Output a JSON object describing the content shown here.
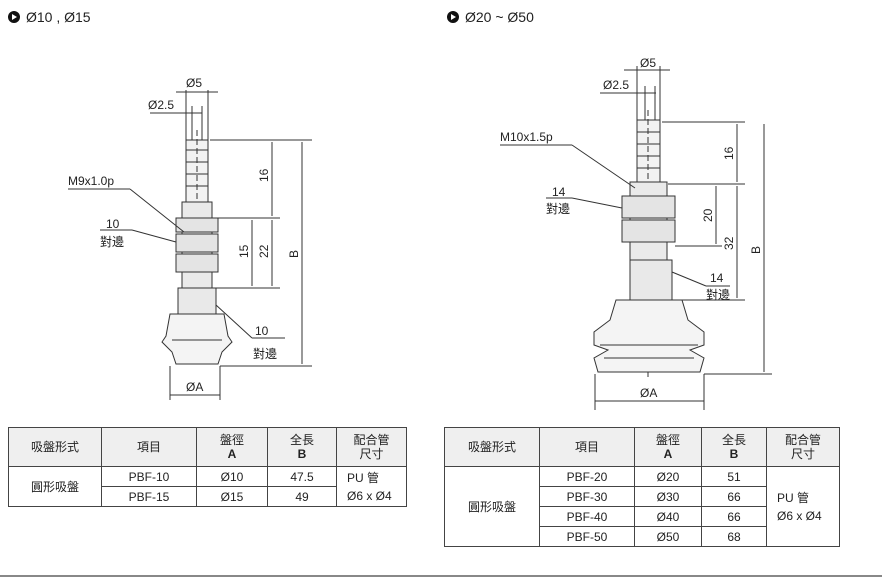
{
  "left": {
    "title": "Ø10 , Ø15",
    "labels": {
      "d5": "Ø5",
      "d25": "Ø2.5",
      "thread": "M9x1.0p",
      "hex1_a": "10",
      "hex1_b": "對邊",
      "dim16": "16",
      "dim15": "15",
      "dim22": "22",
      "dimB": "B",
      "hex2_a": "10",
      "hex2_b": "對邊",
      "dA": "ØA"
    },
    "table": {
      "headers": {
        "type": "吸盤形式",
        "item": "項目",
        "dia": "盤徑",
        "dia_sub": "A",
        "len": "全長",
        "len_sub": "B",
        "tube": "配合管",
        "tube_sub": "尺寸"
      },
      "type_value": "圓形吸盤",
      "tube_line1": "PU 管",
      "tube_line2": "Ø6 x Ø4",
      "rows": [
        {
          "item": "PBF-10",
          "dia": "Ø10",
          "len": "47.5"
        },
        {
          "item": "PBF-15",
          "dia": "Ø15",
          "len": "49"
        }
      ]
    }
  },
  "right": {
    "title": "Ø20 ~ Ø50",
    "labels": {
      "d5": "Ø5",
      "d25": "Ø2.5",
      "thread": "M10x1.5p",
      "hex1_a": "14",
      "hex1_b": "對邊",
      "dim16": "16",
      "dim20": "20",
      "dim32": "32",
      "dimB": "B",
      "hex2_a": "14",
      "hex2_b": "對邊",
      "dA": "ØA"
    },
    "table": {
      "headers": {
        "type": "吸盤形式",
        "item": "項目",
        "dia": "盤徑",
        "dia_sub": "A",
        "len": "全長",
        "len_sub": "B",
        "tube": "配合管",
        "tube_sub": "尺寸"
      },
      "type_value": "圓形吸盤",
      "tube_line1": "PU 管",
      "tube_line2": "Ø6 x Ø4",
      "rows": [
        {
          "item": "PBF-20",
          "dia": "Ø20",
          "len": "51"
        },
        {
          "item": "PBF-30",
          "dia": "Ø30",
          "len": "66"
        },
        {
          "item": "PBF-40",
          "dia": "Ø40",
          "len": "66"
        },
        {
          "item": "PBF-50",
          "dia": "Ø50",
          "len": "68"
        }
      ]
    }
  }
}
